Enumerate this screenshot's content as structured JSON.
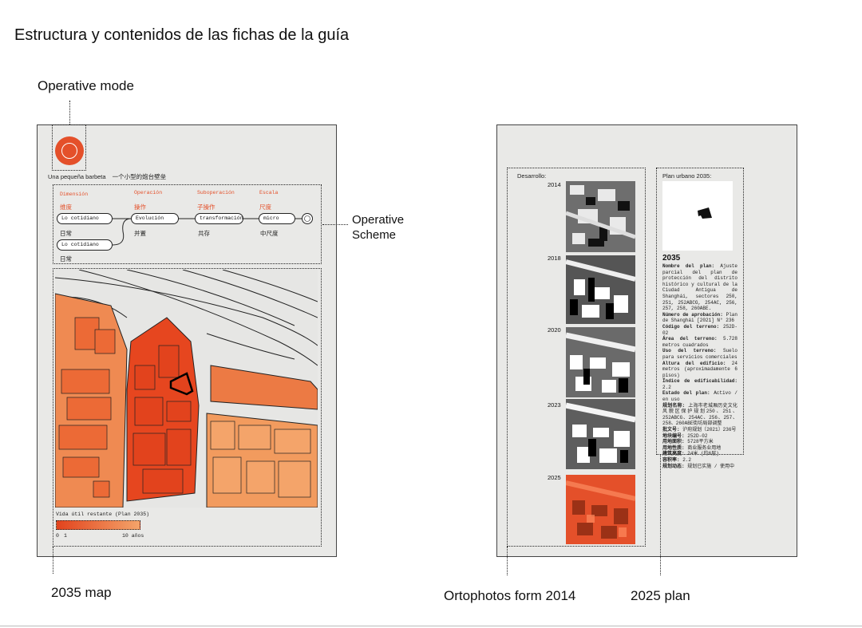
{
  "title": "Estructura y contenidos de las fichas de la guía",
  "callouts": {
    "operative_mode": "Operative mode",
    "operative_scheme_1": "Operative",
    "operative_scheme_2": "Scheme",
    "map_2035": "2035 map",
    "orthophotos": "Ortophotos form 2014",
    "plan_2025": "2025 plan"
  },
  "left_sheet": {
    "caption_es": "Una pequeña barbeta",
    "caption_zh": "一个小型的炮台壁垒",
    "scheme": {
      "headers": [
        {
          "es": "Dimensión",
          "zh": "维度"
        },
        {
          "es": "Operación",
          "zh": "操作"
        },
        {
          "es": "Suboperación",
          "zh": "子操作"
        },
        {
          "es": "Escala",
          "zh": "尺度"
        }
      ],
      "row1": [
        {
          "label": "Lo cotidiano",
          "sub": "日常"
        },
        {
          "label": "Evolución",
          "sub": "并置"
        },
        {
          "label": "transformación",
          "sub": "共存"
        },
        {
          "label": "micro",
          "sub": "中尺度"
        }
      ],
      "row2": {
        "label": "Lo cotidiano",
        "sub": "日常"
      }
    },
    "legend": {
      "title": "Vida útil restante (Plan 2035)",
      "min": "0",
      "min2": "1",
      "max": "10 años"
    }
  },
  "right_sheet": {
    "desarrollo_label": "Desarrollo:",
    "years": [
      "2014",
      "2018",
      "2020",
      "2023",
      "2025"
    ],
    "plan_label": "Plan urbano 2035:",
    "plan_year": "2035",
    "plan_fields": [
      {
        "k": "Nombre del plan:",
        "v": "Ajuste parcial del plan de protección del distrito histórico y cultural de la Ciudad Antigua de Shanghái, sectores 250, 251, 252ABCG, 254AC, 256, 257, 258, 260ABE."
      },
      {
        "k": "Número de aprobación:",
        "v": "Plan de Shanghái [2021] N° 236"
      },
      {
        "k": "Código del terreno:",
        "v": "252D-02"
      },
      {
        "k": "Área del terreno:",
        "v": "5.728 metros cuadrados"
      },
      {
        "k": "Uso del terreno:",
        "v": "Suelo para servicios comerciales"
      },
      {
        "k": "Altura del edificio:",
        "v": "24 metros (aproximadamente 6 pisos)"
      },
      {
        "k": "Índice de edificabilidad:",
        "v": "2.2"
      },
      {
        "k": "Estado del plan:",
        "v": "Activo / en uso"
      },
      {
        "k": "规划名称:",
        "v": "上海市老城厢历史文化风貌区保护规划250、251、252ABCG、254AC、256、257、258、260ABE街坊局部调整"
      },
      {
        "k": "批文号:",
        "v": "沪府规划〔2021〕236号"
      },
      {
        "k": "地块编号:",
        "v": "252D-02"
      },
      {
        "k": "用地面积:",
        "v": "5728平方米"
      },
      {
        "k": "用地性质:",
        "v": "商业服务业用地"
      },
      {
        "k": "建筑高度:",
        "v": "24米 (约6层)"
      },
      {
        "k": "容积率:",
        "v": "2.2"
      },
      {
        "k": "规划动态:",
        "v": "规划已实施 / 使用中"
      }
    ]
  },
  "colors": {
    "accent": "#e4502a",
    "sheet_bg": "#e9e9e7",
    "map_light": "#f29b5e",
    "map_mid": "#ec6a36",
    "map_dark": "#e2431d"
  }
}
